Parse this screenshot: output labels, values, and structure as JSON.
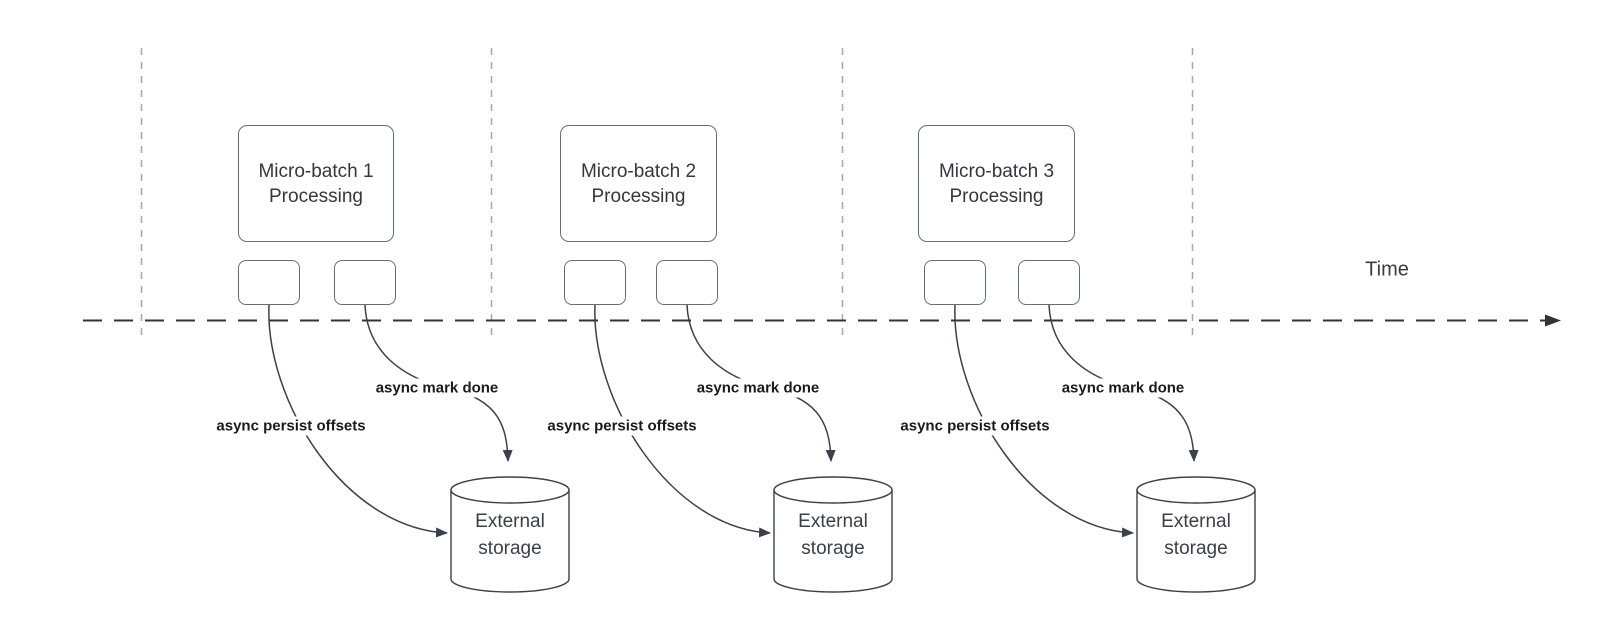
{
  "diagram": {
    "time_label": "Time",
    "batches": [
      {
        "title": "Micro-batch 1",
        "subtitle": "Processing",
        "persist_label": "async persist offsets",
        "done_label": "async mark done",
        "storage": {
          "line1": "External",
          "line2": "storage"
        }
      },
      {
        "title": "Micro-batch 2",
        "subtitle": "Processing",
        "persist_label": "async persist offsets",
        "done_label": "async mark done",
        "storage": {
          "line1": "External",
          "line2": "storage"
        }
      },
      {
        "title": "Micro-batch 3",
        "subtitle": "Processing",
        "persist_label": "async persist offsets",
        "done_label": "async mark done",
        "storage": {
          "line1": "External",
          "line2": "storage"
        }
      }
    ],
    "colors": {
      "arrow_stroke": "#3a414b",
      "timeline_stroke": "#2f343b",
      "guide_line": "#a8a8a8",
      "box_border": "#676d75",
      "label_text": "#1a1a1a",
      "node_text": "#33383f"
    }
  }
}
